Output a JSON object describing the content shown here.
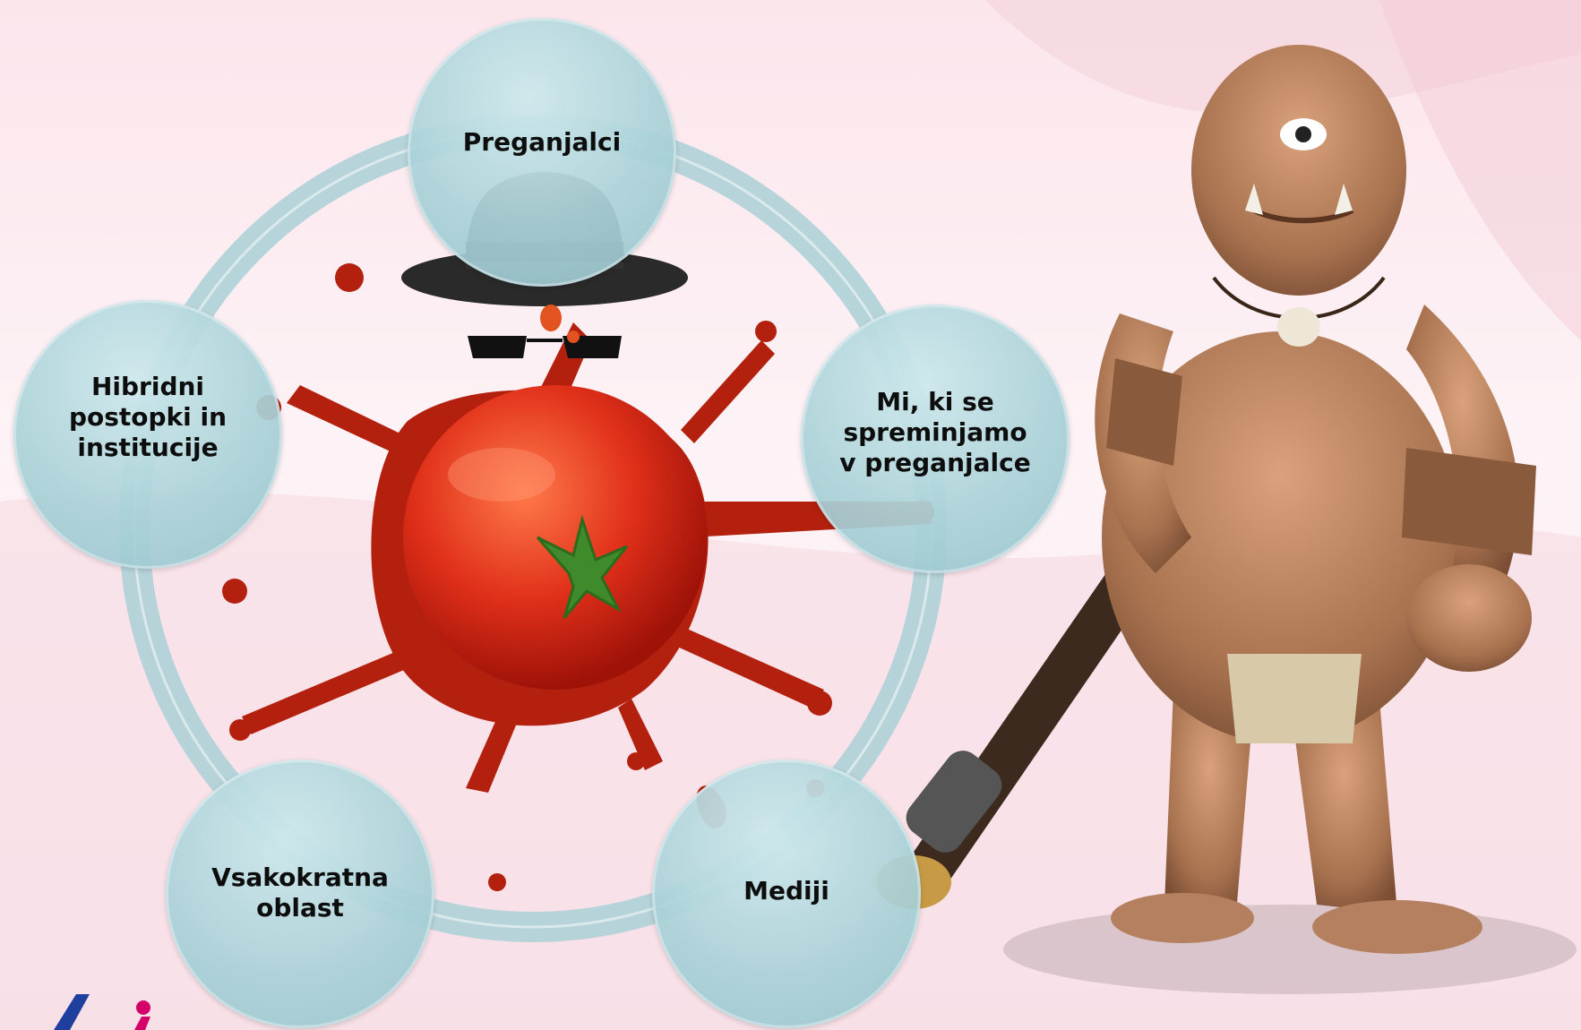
{
  "slide": {
    "title": "",
    "accent_color": "#d6006b"
  },
  "cycle": {
    "nodes": [
      {
        "label": "Preganjalci"
      },
      {
        "label": "Mi, ki se\nspreminjamo\nv preganjalce"
      },
      {
        "label": "Mediji"
      },
      {
        "label": "Vsakokratna\noblast"
      },
      {
        "label": "Hibridni\npostopki in\ninstitucije"
      }
    ],
    "ring_color": "#a8d2d8",
    "node_color": "#b4d8dd"
  },
  "illustrations": {
    "center": "splattered-tomato",
    "top": "black-hat-and-sunglasses",
    "right": "cyclops-ogre-with-club"
  }
}
